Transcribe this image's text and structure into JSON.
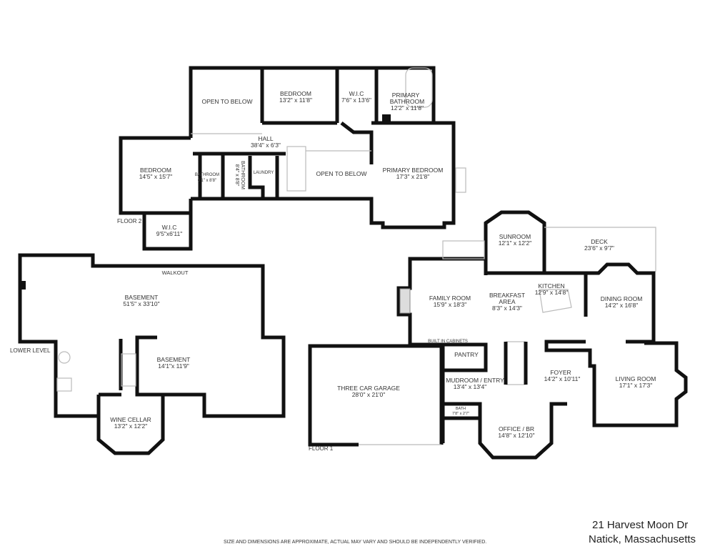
{
  "floor2": {
    "label": "FLOOR 2",
    "rooms": [
      {
        "name": "OPEN TO BELOW",
        "dims": ""
      },
      {
        "name": "BEDROOM",
        "dims": "13'2\" x 11'8\""
      },
      {
        "name": "W.I.C",
        "dims": "7'6\" x 13'6\""
      },
      {
        "name": "PRIMARY",
        "name2": "BATHROOM",
        "dims": "12'2\" x 11'8\""
      },
      {
        "name": "HALL",
        "dims": "38'4\" x 6'3\""
      },
      {
        "name": "BEDROOM",
        "dims": "14'5\" x 15'7\""
      },
      {
        "name": "BATHROOM",
        "dims": "6'1\" x 8'8\""
      },
      {
        "name": "BATHROOM",
        "dims": "8'4\" x 8'8\""
      },
      {
        "name": "LAUNDRY",
        "dims": ""
      },
      {
        "name": "OPEN TO BELOW",
        "dims": ""
      },
      {
        "name": "PRIMARY BEDROOM",
        "dims": "17'3\" x 21'8\""
      },
      {
        "name": "W.I.C",
        "dims": "9'5\"x6'11\""
      }
    ]
  },
  "lower_level": {
    "label": "LOWER LEVEL",
    "rooms": [
      {
        "name": "WALKOUT",
        "dims": ""
      },
      {
        "name": "BASEMENT",
        "dims": "51'5\" x 33'10\""
      },
      {
        "name": "BASEMENT",
        "dims": "14'1\"x 11'9\""
      },
      {
        "name": "WINE CELLAR",
        "dims": "13'2\" x 12'2\""
      }
    ]
  },
  "floor1": {
    "label": "FLOOR 1",
    "rooms": [
      {
        "name": "SUNROOM",
        "dims": "12'1\" x 12'2\""
      },
      {
        "name": "DECK",
        "dims": "23'6\" x 9'7\""
      },
      {
        "name": "FAMILY ROOM",
        "dims": "15'9\" x 18'3\""
      },
      {
        "name": "BREAKFAST",
        "name2": "AREA",
        "dims": "8'3\" x 14'3\""
      },
      {
        "name": "KITCHEN",
        "dims": "12'9\" x 14'8\""
      },
      {
        "name": "DINING ROOM",
        "dims": "14'2\" x 16'8\""
      },
      {
        "name": "BUILT IN CABINETS",
        "dims": ""
      },
      {
        "name": "PANTRY",
        "dims": ""
      },
      {
        "name": "THREE CAR GARAGE",
        "dims": "28'0\" x 21'0\""
      },
      {
        "name": "MUDROOM / ENTRY",
        "dims": "13'4\" x 13'4\""
      },
      {
        "name": "FOYER",
        "dims": "14'2\" x 10'11\""
      },
      {
        "name": "LIVING ROOM",
        "dims": "17'1\" x 17'3\""
      },
      {
        "name": "BATH",
        "dims": "7'8\" x 2'7\""
      },
      {
        "name": "OFFICE / BR",
        "dims": "14'8\" x 12'10\""
      }
    ]
  },
  "footer": {
    "disclaimer": "SIZE AND DIMENSIONS ARE APPROXIMATE, ACTUAL MAY VARY AND SHOULD BE INDEPENDENTLY VERIFIED.",
    "address_line1": "21 Harvest Moon Dr",
    "address_line2": "Natick, Massachusetts"
  }
}
